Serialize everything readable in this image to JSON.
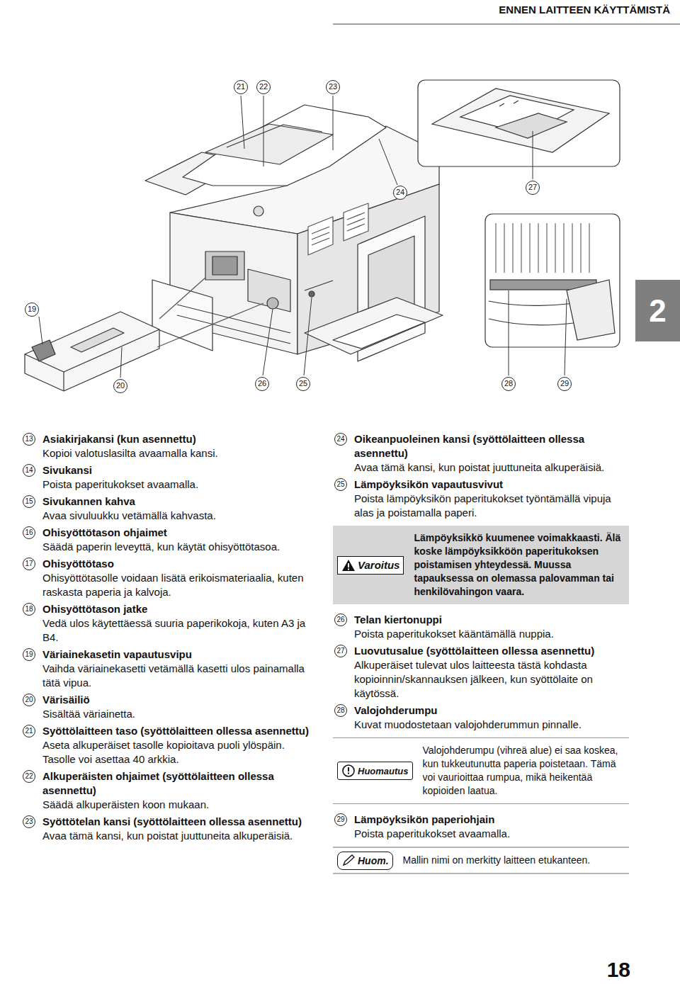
{
  "diagram": {
    "title": "ENNEN LAITTEEN KÄYTTÄMISTÄ",
    "nodes": [
      {
        "text": [
          "2"
        ]
      },
      {
        "text": [
          "Varoitus",
          "Lämpöyksikkö kuumenee voimakkaasti. Älä koske lämpöyksikköön paperitukoksen poistamisen yhteydessä. Muussa tapauksessa on olemassa palovamman tai henkilövahingon vaara."
        ]
      },
      {
        "text": [
          "Huomautus",
          "Valojohderumpu (vihreä alue) ei saa koskea, kun tukkeutunutta paperia poistetaan. Tämä voi vaurioittaa rumpua, mikä heikentää kopioiden laatua."
        ]
      },
      {
        "text": [
          "Huom.",
          "Mallin nimi on merkitty laitteen etukanteen."
        ]
      }
    ],
    "labels": [
      "21",
      "22",
      "23",
      "24",
      "27",
      "19",
      "20",
      "26",
      "25",
      "28",
      "29",
      "13",
      "Asiakirjakansi (kun asennettu)",
      "Kopioi valotuslasilta avaamalla kansi.",
      "14",
      "Sivukansi",
      "Poista paperitukokset avaamalla.",
      "15",
      "Sivukannen kahva",
      "Avaa sivuluukku vetämällä kahvasta.",
      "16",
      "Ohisyöttötason ohjaimet",
      "Säädä paperin leveyttä, kun käytät ohisyöttötasoa.",
      "17",
      "Ohisyöttötaso",
      "Ohisyöttötasolle voidaan lisätä erikoismateriaalia, kuten raskasta paperia ja kalvoja.",
      "18",
      "Ohisyöttötason jatke",
      "Vedä ulos käytettäessä suuria paperikokoja, kuten A3 ja B4.",
      "19",
      "Väriainekasetin vapautusvipu",
      "Vaihda väriainekasetti vetämällä kasetti ulos painamalla tätä vipua.",
      "20",
      "Värisäiliö",
      "Sisältää väriainetta.",
      "21",
      "Syöttölaitteen taso (syöttölaitteen ollessa asennettu)",
      "Aseta alkuperäiset tasolle kopioitava puoli ylöspäin. Tasolle voi asettaa 40 arkkia.",
      "22",
      "Alkuperäisten ohjaimet (syöttölaitteen ollessa asennettu)",
      "Säädä alkuperäisten koon mukaan.",
      "23",
      "Syöttötelan kansi (syöttölaitteen ollessa asennettu)",
      "Avaa tämä kansi, kun poistat juuttuneita alkuperäisiä.",
      "24",
      "Oikeanpuoleinen kansi (syöttölaitteen ollessa asennettu)",
      "Avaa tämä kansi, kun poistat juuttuneita alkuperäisiä.",
      "25",
      "Lämpöyksikön vapautusvivut",
      "Poista lämpöyksikön paperitukokset työntämällä vipuja alas ja poistamalla paperi.",
      "26",
      "Telan kiertonuppi",
      "Poista paperitukokset kääntämällä nuppia.",
      "27",
      "Luovutusalue (syöttölaitteen ollessa asennettu)",
      "Alkuperäiset tulevat ulos laitteesta tästä kohdasta kopioinnin/skannauksen jälkeen, kun syöttölaite on käytössä.",
      "28",
      "Valojohderumpu",
      "Kuvat muodostetaan valojohderummun pinnalle.",
      "29",
      "Lämpöyksikön paperiohjain",
      "Poista paperitukokset avaamalla.",
      "18"
    ]
  }
}
